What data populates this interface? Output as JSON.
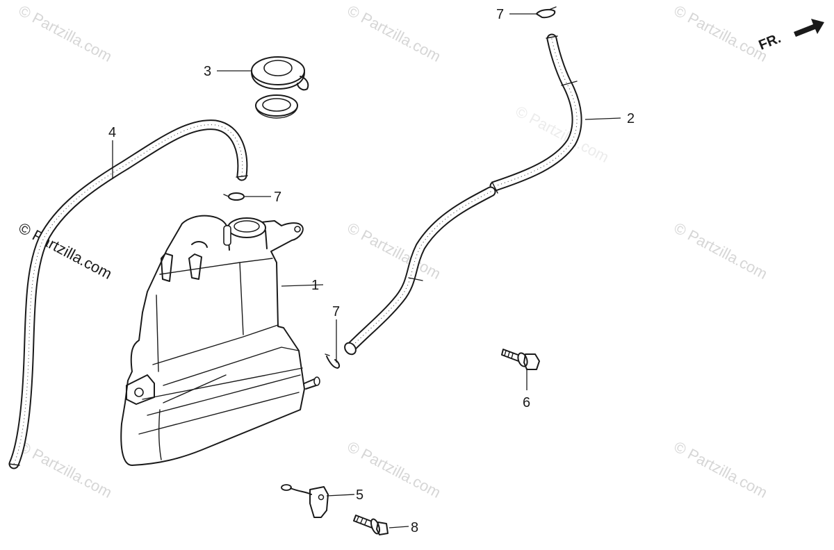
{
  "watermarks": [
    "© Partzilla.com",
    "© Partzilla.com",
    "© Partzilla.com",
    "© Partzilla.com",
    "© Partzilla.com",
    "© Partzilla.com",
    "© Partzilla.com",
    "© Partzilla.com",
    "© Partzilla.com",
    "© Partzilla.com"
  ],
  "direction_label": "FR.",
  "callouts": [
    "1",
    "2",
    "3",
    "4",
    "5",
    "6",
    "7",
    "7",
    "7",
    "8"
  ],
  "colors": {
    "ink": "#1a1a1a",
    "watermark": "#d6d6d6",
    "background": "#ffffff"
  }
}
